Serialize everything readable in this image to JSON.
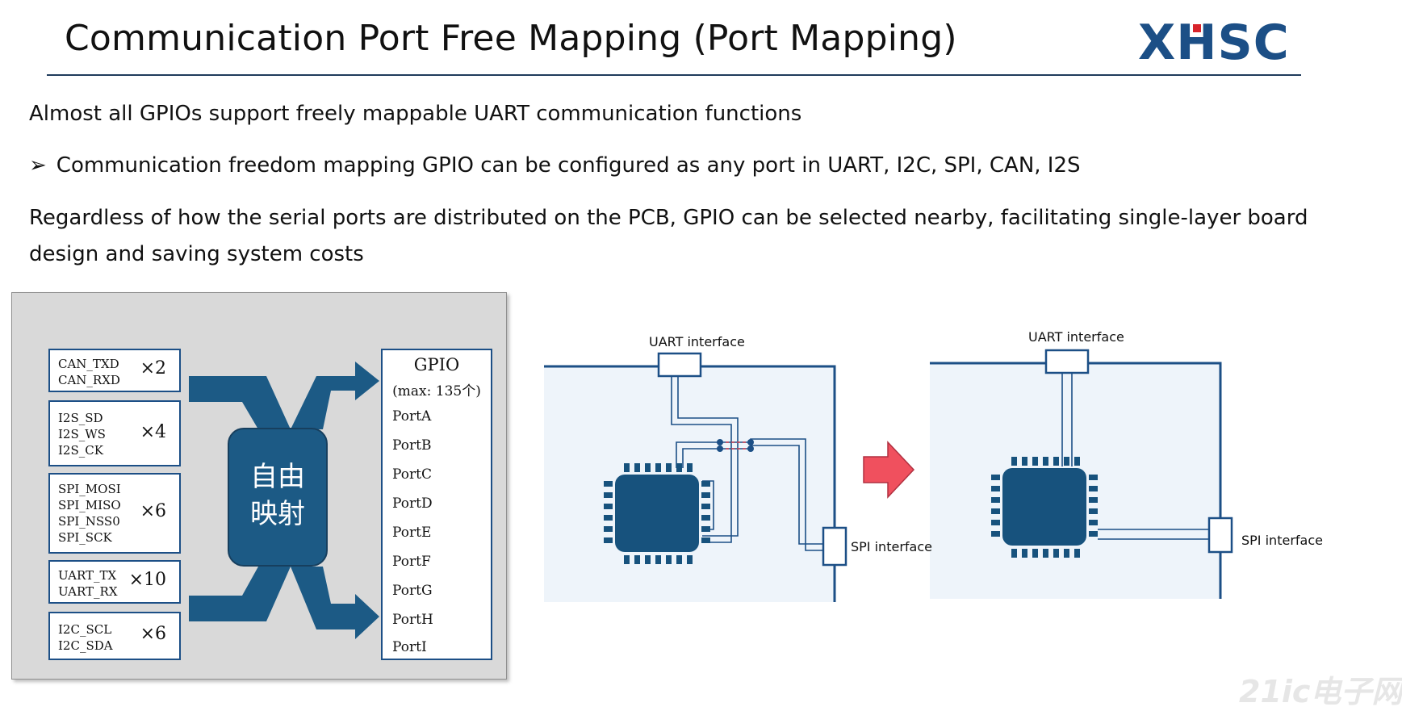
{
  "title": "Communication Port Free Mapping (Port Mapping)",
  "logo": {
    "left": "X",
    "mid": "H",
    "right": "SC"
  },
  "para1": "Almost all GPIOs support freely mappable UART communication functions",
  "para2_bullet": "➢",
  "para2": "Communication freedom mapping GPIO can be configured as any port in UART, I2C, SPI, CAN, I2S",
  "para3_line1": "Regardless of how the serial ports are distributed on the PCB, GPIO can be selected nearby, facilitating single-layer board",
  "para3_line2": "design and saving system costs",
  "left_diagram": {
    "groups": [
      {
        "names": [
          "CAN_TXD",
          "CAN_RXD"
        ],
        "mult": "×2"
      },
      {
        "names": [
          "I2S_SD",
          "I2S_WS",
          "I2S_CK"
        ],
        "mult": "×4"
      },
      {
        "names": [
          "SPI_MOSI",
          "SPI_MISO",
          "SPI_NSS0",
          "SPI_SCK"
        ],
        "mult": "×6"
      },
      {
        "names": [
          "UART_TX",
          "UART_RX"
        ],
        "mult": "×10"
      },
      {
        "names": [
          "I2C_SCL",
          "I2C_SDA"
        ],
        "mult": "×6"
      }
    ],
    "center_line1": "自由",
    "center_line2": "映射",
    "gpio_title": "GPIO",
    "gpio_max": "(max: 135个)",
    "ports": [
      "PortA",
      "PortB",
      "PortC",
      "PortD",
      "PortE",
      "PortF",
      "PortG",
      "PortH",
      "PortI"
    ]
  },
  "pcb_before": {
    "uart_label": "UART interface",
    "spi_label": "SPI interface"
  },
  "pcb_after": {
    "uart_label": "UART interface",
    "spi_label": "SPI interface"
  },
  "watermark": "21ic电子网",
  "colors": {
    "brand": "#1c4f86",
    "chip": "#17527d",
    "arrow": "#f0505e",
    "logo_red": "#d8242b"
  }
}
